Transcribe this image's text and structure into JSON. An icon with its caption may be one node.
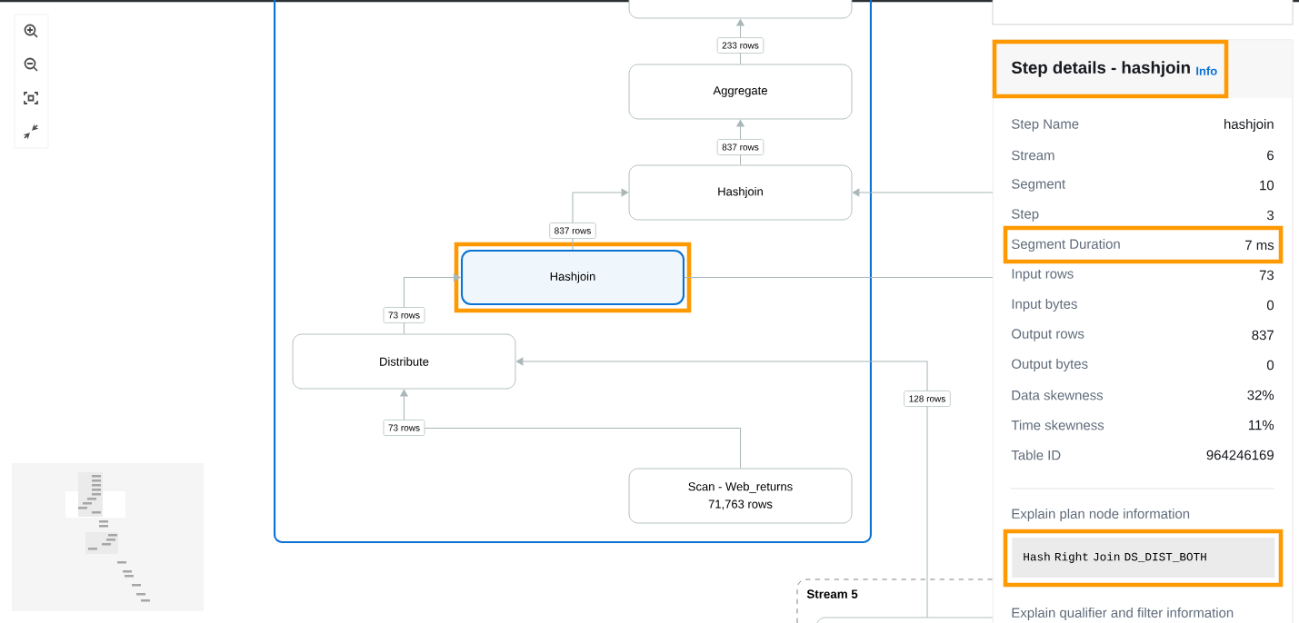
{
  "diagram": {
    "nodes": [
      {
        "text": [],
        "shape": "box"
      },
      {
        "text": [],
        "shape": "box",
        "in": 0
      },
      {
        "text": [
          "Aggregate"
        ],
        "in": 0
      },
      {
        "text": [
          "Hashjoin"
        ],
        "in": 0
      },
      {
        "text": [
          "Hashjoin"
        ],
        "in": 0
      },
      {
        "text": [
          "Distribute"
        ],
        "in": 0
      },
      {
        "text": [
          "Scan - Web_returns",
          "71,763 rows"
        ],
        "in": 0
      },
      {
        "text": [
          "Stream 5"
        ]
      },
      {
        "text": [],
        "shape": "box",
        "in": 7
      }
    ],
    "edges": [
      {
        "from": 2,
        "to": 1,
        "arrow": "to",
        "label": "233 rows"
      },
      {
        "from": 3,
        "to": 2,
        "arrow": "to",
        "label": "837 rows"
      },
      {
        "from": 4,
        "to": 3,
        "arrow": "to",
        "label": "837 rows"
      },
      {
        "from": 5,
        "to": 4,
        "arrow": "to",
        "label": "73 rows"
      },
      {
        "from": 6,
        "to": 5,
        "arrow": "to",
        "label": "73 rows"
      },
      {
        "from": 8,
        "to": 5,
        "arrow": "to",
        "label": "128 rows"
      },
      {
        "from": 4,
        "to": null,
        "arrow": "none"
      },
      {
        "from": null,
        "to": 3,
        "arrow": "to"
      }
    ],
    "labels": [
      "Step details - hashjoin",
      "Info",
      "Step Name",
      "hashjoin",
      "Stream",
      "6",
      "Segment",
      "10",
      "Step",
      "3",
      "Segment Duration",
      "7 ms",
      "Input rows",
      "73",
      "Input bytes",
      "0",
      "Output rows",
      "837",
      "Output bytes",
      "0",
      "Data skewness",
      "32%",
      "Time skewness",
      "11%",
      "Table ID",
      "964246169",
      "Explain plan node information",
      "Hash Right Join DS_DIST_BOTH",
      "Explain qualifier and filter information"
    ]
  }
}
